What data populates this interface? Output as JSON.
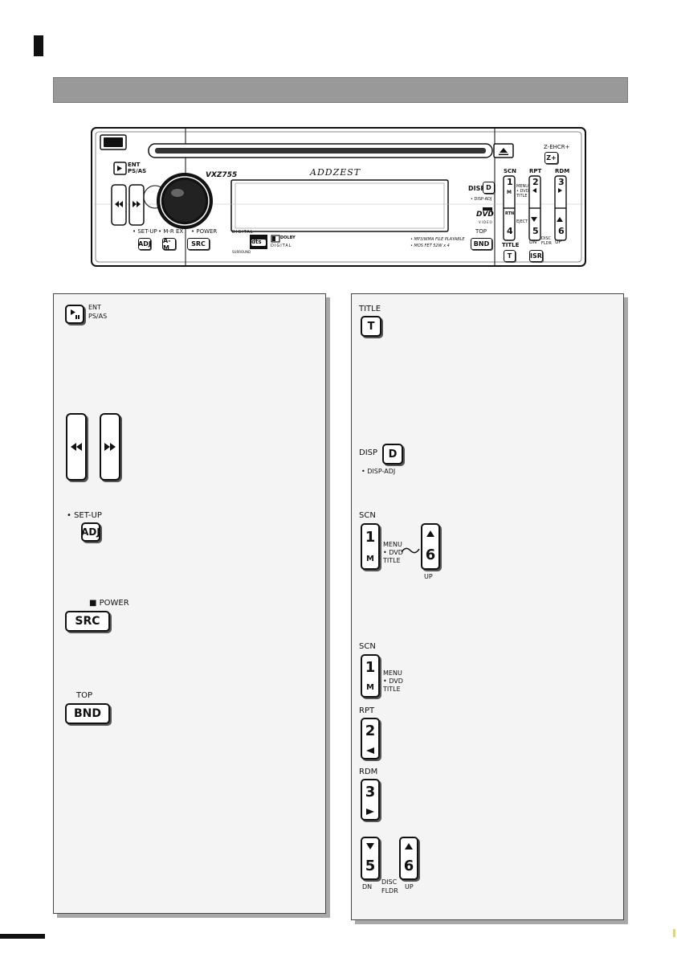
{
  "unit": {
    "model": "VXZ755",
    "brand": "ADDZEST",
    "labels": {
      "ent": "ENT",
      "psas": "PS/AS",
      "setup": "• SET-UP",
      "mrex": "• M-R EX",
      "power": "• POWER",
      "src": "SRC",
      "adj": "ADJ",
      "am": "A-M",
      "disp": "DISP",
      "d": "D",
      "disp_adj": "• DISP-ADJ",
      "zenh": "Z-EHCR+",
      "zplus": "Z+",
      "scn": "SCN",
      "rpt": "RPT",
      "rdm": "RDM",
      "title": "TITLE",
      "t": "T",
      "isr": "ISR",
      "top": "TOP",
      "bnd": "BND",
      "mp3": "• MP3/WMA FILE PLAYABLE",
      "mosfet": "• MOS FET 52W x 4",
      "dn": "DN",
      "disc": "DISC",
      "fldr": "FLDR",
      "up": "UP",
      "rtn": "RTN",
      "menu": "MENU",
      "dvd": "• DVD",
      "title2": "TITLE",
      "eject": "EJECT",
      "n1": "1",
      "n2": "2",
      "n3": "3",
      "n4": "4",
      "n5": "5",
      "n6": "6",
      "m": "M",
      "dts_digital": "DIGITAL",
      "dts": "dts",
      "surround": "SURROUND",
      "dolby": "DOLBY",
      "digital": "DIGITAL",
      "dvd_logo": "DVD",
      "video": "VIDEO"
    }
  },
  "left_panel": {
    "play_ent": "ENT",
    "play_psas": "PS/AS",
    "setup": "• SET-UP",
    "adj": "ADJ",
    "power": "■ POWER",
    "src": "SRC",
    "top": "TOP",
    "bnd": "BND"
  },
  "right_panel": {
    "title_label": "TITLE",
    "t": "T",
    "disp": "DISP",
    "d": "D",
    "disp_adj": "• DISP-ADJ",
    "scn1": "SCN",
    "n1": "1",
    "m": "M",
    "menu": "MENU",
    "dvd": "• DVD",
    "title_small": "TITLE",
    "n6": "6",
    "up": "UP",
    "scn2": "SCN",
    "rpt": "RPT",
    "n2": "2",
    "rdm": "RDM",
    "n3": "3",
    "n5": "5",
    "dn": "DN",
    "disc": "DISC",
    "fldr": "FLDR",
    "up2": "UP"
  }
}
